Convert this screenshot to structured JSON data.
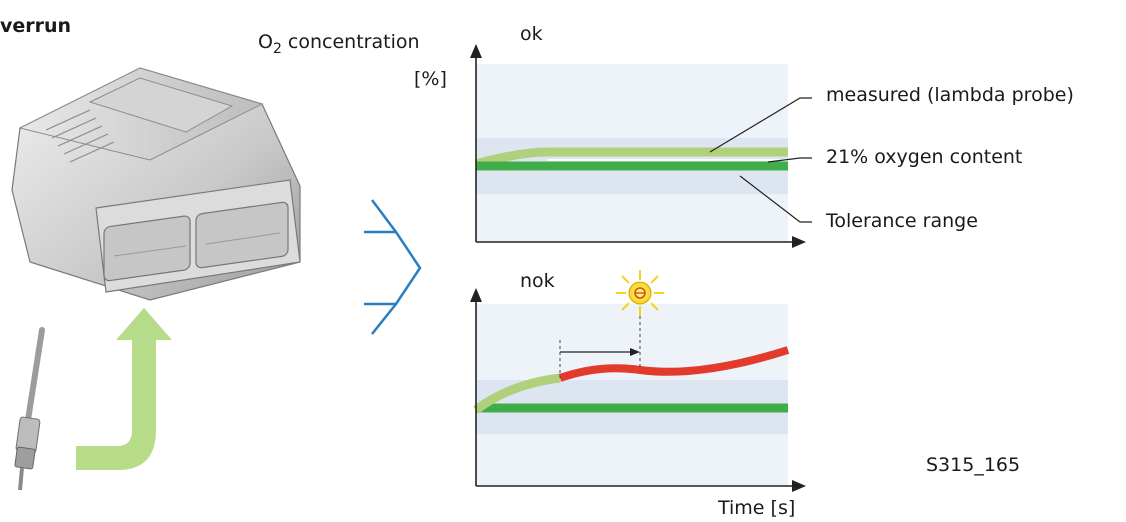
{
  "header": {
    "title": "verrun"
  },
  "axes": {
    "y_label_prefix": "O",
    "y_label_subscript": "2",
    "y_label_suffix": " concentration",
    "y_unit": "[%]",
    "x_label": "Time [s]"
  },
  "panels": {
    "ok": {
      "label": "ok"
    },
    "nok": {
      "label": "nok"
    }
  },
  "legend": {
    "measured": "measured (lambda probe)",
    "oxygen": "21% oxygen content",
    "tolerance": "Tolerance range"
  },
  "figure_code": "S315_165",
  "colors": {
    "measured_ok": "#a9cf6a",
    "measured_fault": "#e23b2c",
    "reference": "#3fae4a",
    "tolerance_band": "#dde5f1",
    "panel_bg": "#eef2f9",
    "arrow_blue": "#2a7ec0",
    "arrow_green": "#b6dc8a",
    "warning_lamp": "#f6d21e"
  }
}
